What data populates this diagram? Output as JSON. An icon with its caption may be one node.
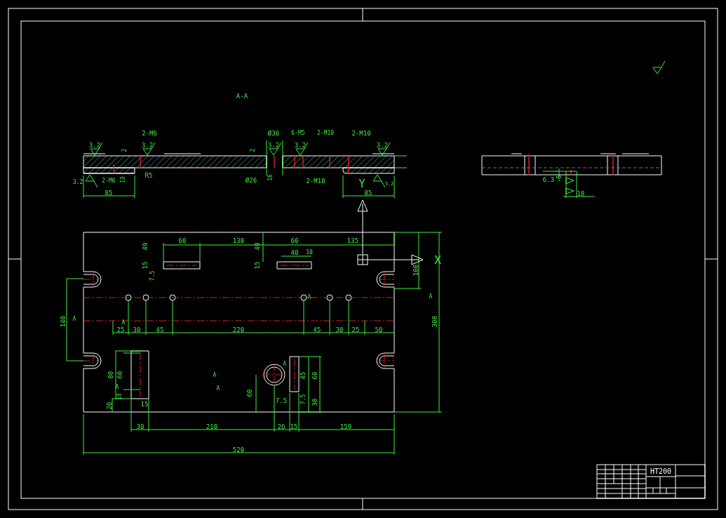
{
  "diagram": {
    "labels": [
      "A-A",
      "3.2",
      "2-M6",
      "3.2",
      "2",
      "Ø36",
      "6-M5",
      "2-M10",
      "2-M10",
      "3.2",
      "3.2",
      "3.2",
      "2",
      "3.2",
      "2-M6",
      "10",
      "R5",
      "85",
      "Ø26",
      "16",
      "2-M10",
      "Y",
      "3.2",
      "85",
      "60",
      "130",
      "60",
      "135",
      "49",
      "49",
      "15",
      "15",
      "7.5",
      "40",
      "10",
      "100",
      "X",
      "A",
      "A",
      "A",
      "A",
      "140",
      "25",
      "30",
      "45",
      "220",
      "45",
      "30",
      "25",
      "50",
      "300",
      "80",
      "60",
      "A",
      "10",
      "20",
      "15",
      "A",
      "A",
      "60",
      "A",
      "45",
      "60",
      "7.5",
      "7.5",
      "30",
      "30",
      "210",
      "26",
      "15",
      "159",
      "520",
      "6.3",
      "5",
      "18",
      "HT200"
    ]
  }
}
